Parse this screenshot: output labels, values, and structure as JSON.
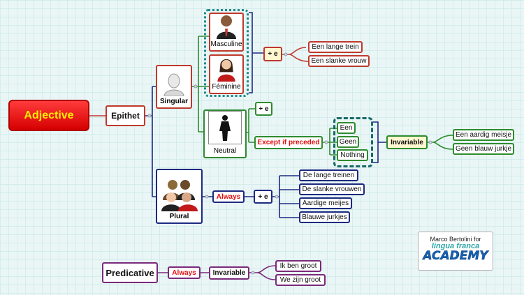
{
  "root": "Adjective",
  "epithet": "Epithet",
  "singular": "Singular",
  "masculine": "Masculine",
  "feminine": "Féminine",
  "plus_e_1": "+ e",
  "ex_trein": "Een lange trein",
  "ex_vrouw": "Een slanke vrouw",
  "neutral": "Neutral",
  "plus_e_2": "+ e",
  "except": "Except if preceded",
  "een": "Een",
  "geen": "Geen",
  "nothing": "Nothing",
  "invariable_1": "Invariable",
  "ex_meisje": "Een aardig meisje",
  "ex_jurkje": "Geen blauw jurkje",
  "plural": "Plural",
  "always_1": "Always",
  "plus_e_3": "+ e",
  "pl_ex": [
    "De lange treinen",
    "De slanke vrouwen",
    "Aardige meijes",
    "Blauwe jurkjes"
  ],
  "predicative": "Predicative",
  "always_2": "Always",
  "invariable_2": "Invariable",
  "pred_ex": [
    "Ik ben groot",
    "We zijn groot"
  ],
  "credit": {
    "line1": "Marco Bertolini for",
    "line2": "lingua franca",
    "line3": "ACADEMY"
  },
  "colors": {
    "red": "#c0392b",
    "green": "#2e8b2e",
    "navy": "#1c2a80",
    "purple": "#7a2a7a",
    "teal": "#1a8a8a",
    "root_fill": "#e00000",
    "root_text": "#ffee00"
  },
  "icons": [
    "man-icon",
    "woman-icon",
    "neutral-figure-icon",
    "person-icon",
    "group-icon"
  ]
}
